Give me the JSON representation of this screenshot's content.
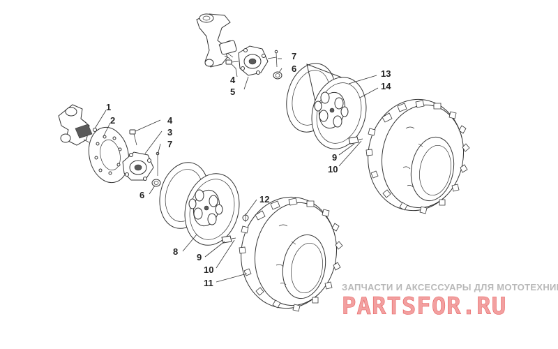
{
  "callouts": {
    "n1": "1",
    "n2": "2",
    "n3": "3",
    "n4a": "4",
    "n4b": "4",
    "n5": "5",
    "n6a": "6",
    "n6b": "6",
    "n7a": "7",
    "n7b": "7",
    "n8": "8",
    "n9a": "9",
    "n9b": "9",
    "n10a": "10",
    "n10b": "10",
    "n11": "11",
    "n12": "12",
    "n13": "13",
    "n14": "14"
  },
  "watermark": {
    "tagline": "ЗАПЧАСТИ И АКСЕССУАРЫ ДЛЯ МОТОТЕХНИКИ",
    "logo": "PARTSFOR.RU",
    "colors": {
      "text": "#b8b8b8",
      "logo_main": "#f2a0a0",
      "logo_accent": "#e86060"
    }
  }
}
